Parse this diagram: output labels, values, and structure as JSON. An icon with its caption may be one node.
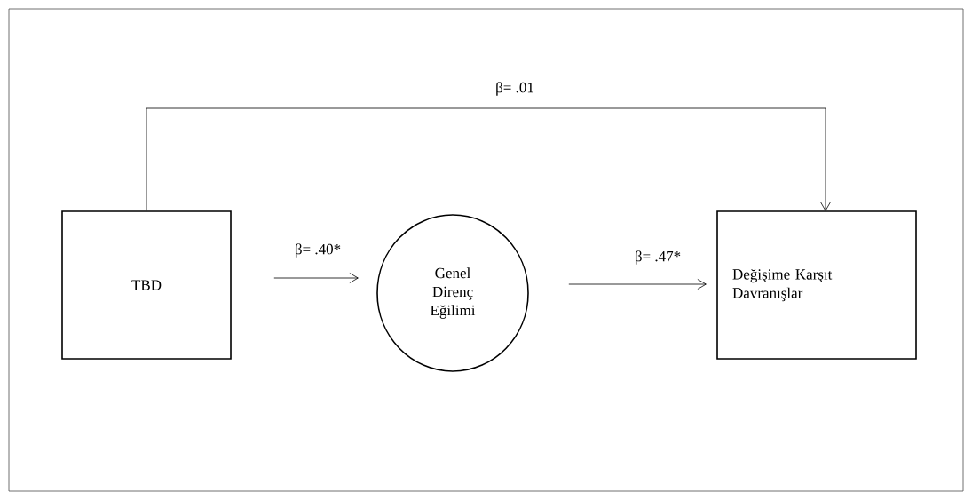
{
  "diagram": {
    "nodes": [
      {
        "text": [
          "TBD"
        ]
      },
      {
        "text": [
          "Genel Direnç Eğilimi"
        ]
      },
      {
        "text": [
          "Değişime Karşıt Davranışlar"
        ]
      }
    ],
    "edges": [
      {
        "from": 0,
        "to": 2,
        "arrow": "to",
        "label": "β= .01"
      },
      {
        "from": 0,
        "to": 1,
        "arrow": "to",
        "label": "β= .40*"
      },
      {
        "from": 1,
        "to": 2,
        "arrow": "to",
        "label": "β= .47*"
      }
    ]
  }
}
